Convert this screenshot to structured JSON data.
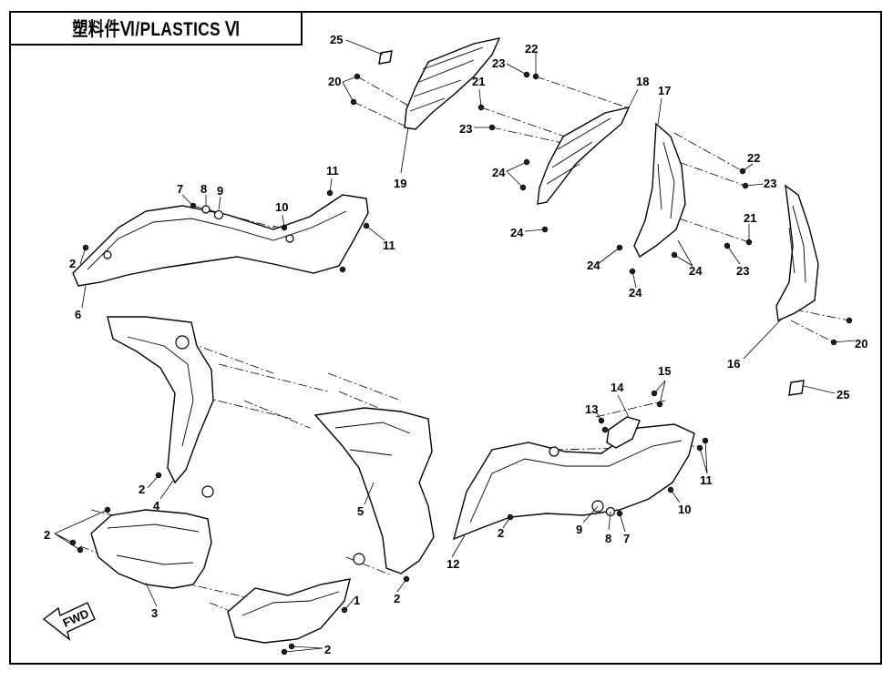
{
  "title": "塑料件Ⅵ/PLASTICS Ⅵ",
  "fwd_label": "FWD",
  "callouts": [
    {
      "id": "c1",
      "text": "1"
    },
    {
      "id": "c2a",
      "text": "2"
    },
    {
      "id": "c2b",
      "text": "2"
    },
    {
      "id": "c2c",
      "text": "2"
    },
    {
      "id": "c2d",
      "text": "2"
    },
    {
      "id": "c2e",
      "text": "2"
    },
    {
      "id": "c2f",
      "text": "2"
    },
    {
      "id": "c3",
      "text": "3"
    },
    {
      "id": "c4",
      "text": "4"
    },
    {
      "id": "c5",
      "text": "5"
    },
    {
      "id": "c6",
      "text": "6"
    },
    {
      "id": "c7a",
      "text": "7"
    },
    {
      "id": "c7b",
      "text": "7"
    },
    {
      "id": "c8a",
      "text": "8"
    },
    {
      "id": "c8b",
      "text": "8"
    },
    {
      "id": "c9a",
      "text": "9"
    },
    {
      "id": "c9b",
      "text": "9"
    },
    {
      "id": "c10a",
      "text": "10"
    },
    {
      "id": "c10b",
      "text": "10"
    },
    {
      "id": "c11a",
      "text": "11"
    },
    {
      "id": "c11b",
      "text": "11"
    },
    {
      "id": "c11c",
      "text": "11"
    },
    {
      "id": "c12",
      "text": "12"
    },
    {
      "id": "c13",
      "text": "13"
    },
    {
      "id": "c14",
      "text": "14"
    },
    {
      "id": "c15",
      "text": "15"
    },
    {
      "id": "c16",
      "text": "16"
    },
    {
      "id": "c17",
      "text": "17"
    },
    {
      "id": "c18",
      "text": "18"
    },
    {
      "id": "c19",
      "text": "19"
    },
    {
      "id": "c20a",
      "text": "20"
    },
    {
      "id": "c20b",
      "text": "20"
    },
    {
      "id": "c21a",
      "text": "21"
    },
    {
      "id": "c21b",
      "text": "21"
    },
    {
      "id": "c22a",
      "text": "22"
    },
    {
      "id": "c22b",
      "text": "22"
    },
    {
      "id": "c23a",
      "text": "23"
    },
    {
      "id": "c23b",
      "text": "23"
    },
    {
      "id": "c23c",
      "text": "23"
    },
    {
      "id": "c23d",
      "text": "23"
    },
    {
      "id": "c24a",
      "text": "24"
    },
    {
      "id": "c24b",
      "text": "24"
    },
    {
      "id": "c24c",
      "text": "24"
    },
    {
      "id": "c24d",
      "text": "24"
    },
    {
      "id": "c24e",
      "text": "24"
    },
    {
      "id": "c25a",
      "text": "25"
    },
    {
      "id": "c25b",
      "text": "25"
    }
  ]
}
